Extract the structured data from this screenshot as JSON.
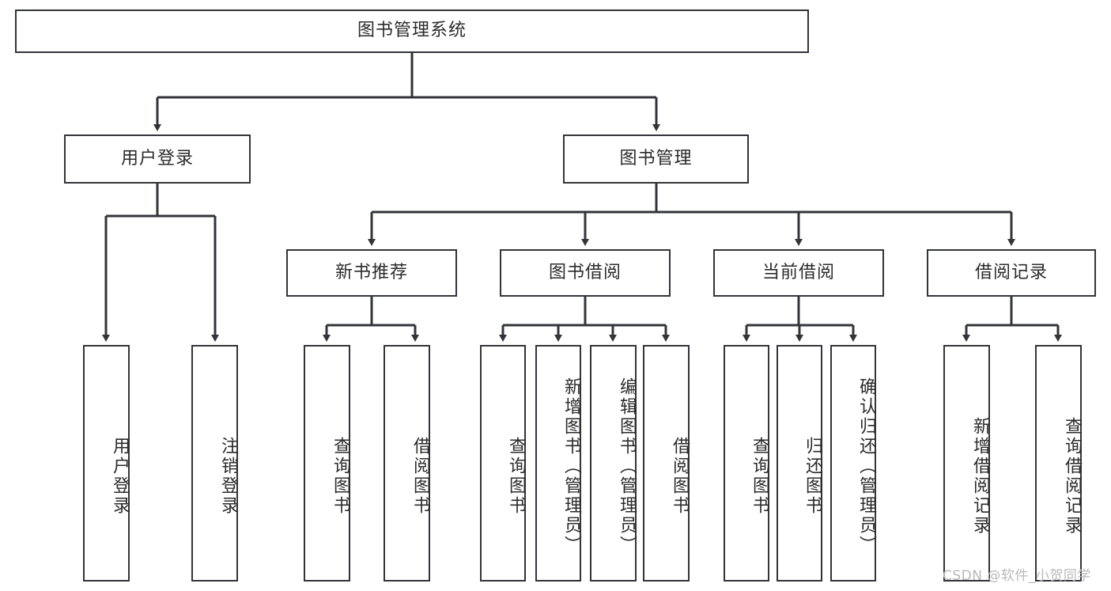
{
  "diagram": {
    "type": "tree-hierarchy-chart",
    "title": "图书管理系统",
    "edge_color": "#33343a",
    "box_border_color": "#33343a",
    "text_color": "#2b2b2b",
    "background": "#ffffff",
    "root": {
      "id": "root",
      "label": "图书管理系统"
    },
    "level2": [
      {
        "id": "user-login",
        "label": "用户登录"
      },
      {
        "id": "book-manage",
        "label": "图书管理"
      }
    ],
    "level3": [
      {
        "id": "new-book-recommend",
        "label": "新书推荐",
        "parent": "book-manage"
      },
      {
        "id": "book-borrow",
        "label": "图书借阅",
        "parent": "book-manage"
      },
      {
        "id": "current-borrow",
        "label": "当前借阅",
        "parent": "book-manage"
      },
      {
        "id": "borrow-record",
        "label": "借阅记录",
        "parent": "book-manage"
      }
    ],
    "leaves": {
      "user_login": [
        {
          "id": "leaf-user-login",
          "label": "用户登录"
        },
        {
          "id": "leaf-logout-login",
          "label": "注销登录"
        }
      ],
      "new_book_recommend": [
        {
          "id": "leaf-query-book-1",
          "label": "查询图书"
        },
        {
          "id": "leaf-borrow-book-1",
          "label": "借阅图书"
        }
      ],
      "book_borrow": [
        {
          "id": "leaf-query-book-2",
          "label": "查询图书"
        },
        {
          "id": "leaf-add-book",
          "label": "新增图书（管理员）"
        },
        {
          "id": "leaf-edit-book",
          "label": "编辑图书（管理员）"
        },
        {
          "id": "leaf-borrow-book-2",
          "label": "借阅图书"
        }
      ],
      "current_borrow": [
        {
          "id": "leaf-query-book-3",
          "label": "查询图书"
        },
        {
          "id": "leaf-return-book",
          "label": "归还图书"
        },
        {
          "id": "leaf-confirm-return",
          "label": "确认归还（管理员）"
        }
      ],
      "borrow_record": [
        {
          "id": "leaf-add-record",
          "label": "新增借阅记录"
        },
        {
          "id": "leaf-query-record",
          "label": "查询借阅记录"
        }
      ]
    }
  },
  "watermark": {
    "text": "CSDN @软件_小贺同学"
  }
}
